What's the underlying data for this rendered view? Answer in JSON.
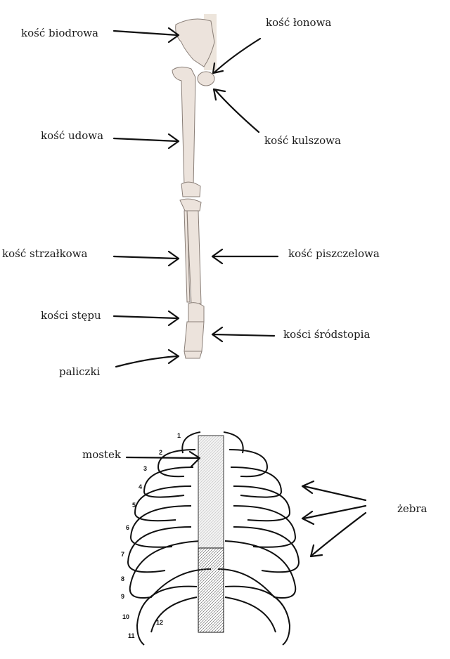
{
  "leg_labels": {
    "hip": "kość biodrowa",
    "pubis": "kość łonowa",
    "femur": "kość udowa",
    "ischium": "kość kulszowa",
    "fibula": "kość strzałkowa",
    "tibia": "kość piszczelowa",
    "tarsals": "kości stępu",
    "metatarsals": "kości śródstopia",
    "phalanges": "paliczki"
  },
  "chest_labels": {
    "sternum": "mostek",
    "ribs": "żebra"
  },
  "rib_numbers": [
    "1",
    "2",
    "3",
    "4",
    "5",
    "6",
    "7",
    "8",
    "9",
    "10",
    "11",
    "12"
  ],
  "colors": {
    "bone": "#ece3dc",
    "outline": "#8a7f78",
    "ink": "#111111"
  }
}
